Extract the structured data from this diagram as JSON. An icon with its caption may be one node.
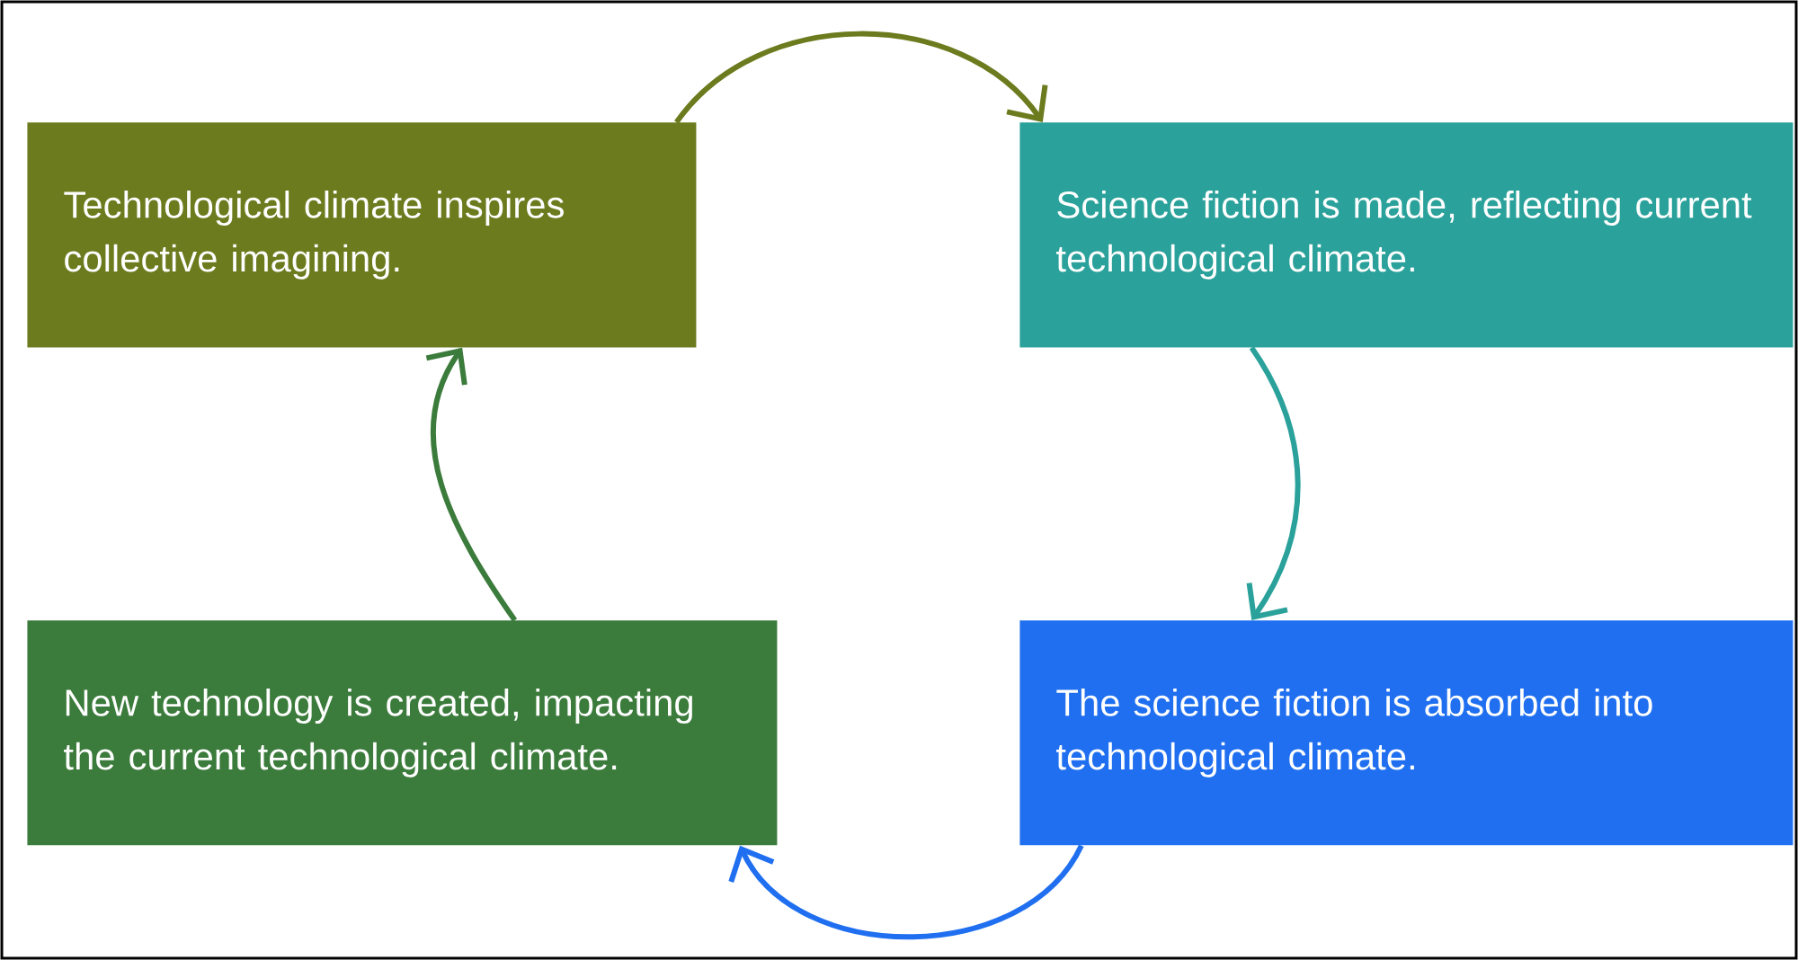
{
  "diagram": {
    "nodes": [
      {
        "text": [
          "Technological climate inspires collective imagining."
        ]
      },
      {
        "text": [
          "Science fiction is made, reflecting current technological climate."
        ]
      },
      {
        "text": [
          "New technology is created, impacting the current technological climate."
        ]
      },
      {
        "text": [
          "The science fiction is absorbed into technological climate."
        ]
      }
    ],
    "edges": [
      {
        "from": 0,
        "to": 1,
        "arrow": "to",
        "color": "#6b7b1e"
      },
      {
        "from": 1,
        "to": 3,
        "arrow": "to",
        "color": "#2aa19a"
      },
      {
        "from": 3,
        "to": 2,
        "arrow": "to",
        "color": "#1f6ff0"
      },
      {
        "from": 2,
        "to": 0,
        "arrow": "to",
        "color": "#3b7b3b"
      }
    ]
  }
}
